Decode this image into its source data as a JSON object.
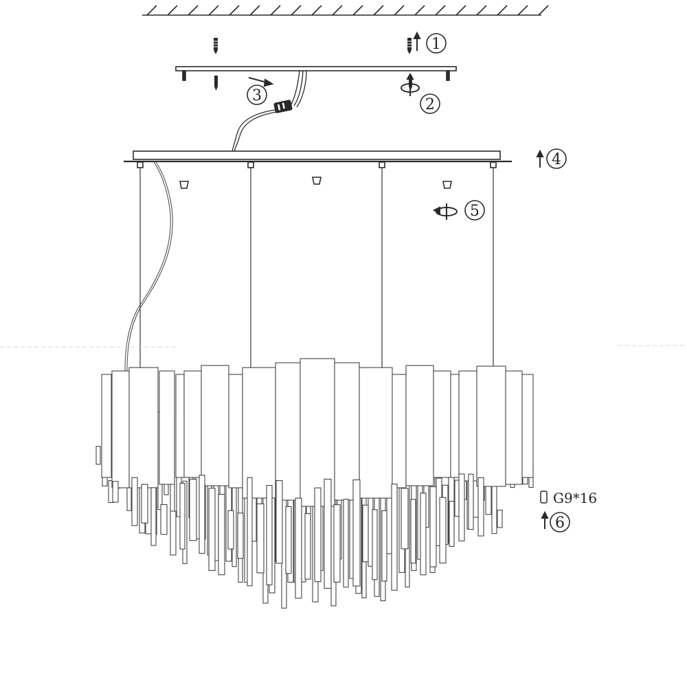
{
  "diagram": {
    "steps": [
      {
        "number": "1"
      },
      {
        "number": "2"
      },
      {
        "number": "3"
      },
      {
        "number": "4"
      },
      {
        "number": "5"
      },
      {
        "number": "6"
      }
    ],
    "bulb_label": "G9*16",
    "colors": {
      "line": "#2a2a2a",
      "light_line": "#555555",
      "crystal": "#444444"
    }
  }
}
